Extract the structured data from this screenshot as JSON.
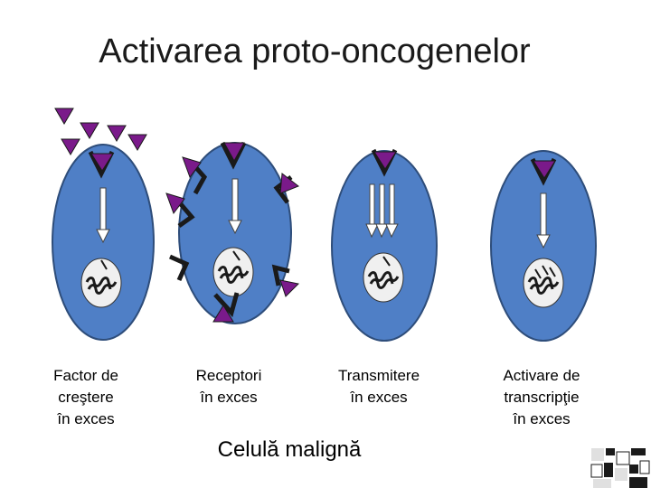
{
  "title": "Activarea proto-oncogenelor",
  "captions": [
    {
      "lines": [
        "Factor de",
        "creştere",
        "în exces"
      ]
    },
    {
      "lines": [
        "Receptori",
        "în exces"
      ]
    },
    {
      "lines": [
        "Transmitere",
        "în exces"
      ]
    },
    {
      "lines": [
        "Activare de",
        "transcripţie",
        "în exces"
      ]
    }
  ],
  "footer": "Celulă malignă",
  "colors": {
    "cell_fill": "#4f7fc6",
    "cell_stroke": "#2e4d7a",
    "ligand": "#7a1a8a",
    "receptor": "#1a1a1a",
    "nucleus": "#f0f0f0",
    "arrow": "#ffffff"
  }
}
